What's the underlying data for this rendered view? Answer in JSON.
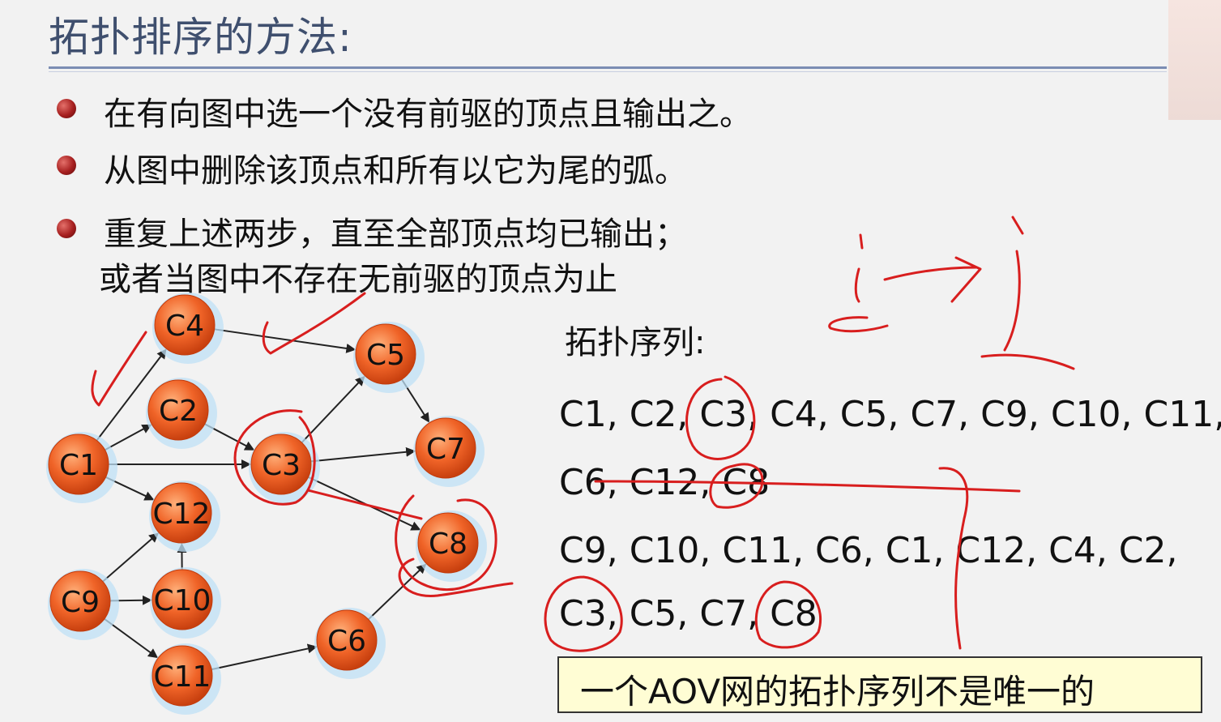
{
  "title": "拓扑排序的方法:",
  "bullets": [
    "在有向图中选一个没有前驱的顶点且输出之。",
    "从图中删除该顶点和所有以它为尾的弧。",
    "重复上述两步，直至全部顶点均已输出；"
  ],
  "bullet_continuation": "或者当图中不存在无前驱的顶点为止",
  "sequence_label": "拓扑序列:",
  "sequence_lines": [
    "C1, C2, C3, C4, C5, C7, C9, C10,  C11,",
    "C6, C12, C8",
    "C9, C10, C11, C6, C1, C12, C4, C2,",
    "C3, C5, C7, C8"
  ],
  "note": "一个AOV网的拓扑序列不是唯一的",
  "colors": {
    "node": "#f06428",
    "node_halo": "#bfe0f5",
    "ink": "#d81e1e",
    "bullet": "#a61f1f",
    "title": "#3f4f6e"
  },
  "graph": {
    "nodes": [
      "C1",
      "C2",
      "C3",
      "C4",
      "C5",
      "C6",
      "C7",
      "C8",
      "C9",
      "C10",
      "C11",
      "C12"
    ],
    "edges": [
      [
        "C1",
        "C2"
      ],
      [
        "C1",
        "C3"
      ],
      [
        "C1",
        "C4"
      ],
      [
        "C1",
        "C12"
      ],
      [
        "C2",
        "C3"
      ],
      [
        "C3",
        "C5"
      ],
      [
        "C3",
        "C7"
      ],
      [
        "C3",
        "C8"
      ],
      [
        "C4",
        "C5"
      ],
      [
        "C5",
        "C7"
      ],
      [
        "C6",
        "C8"
      ],
      [
        "C9",
        "C10"
      ],
      [
        "C9",
        "C11"
      ],
      [
        "C9",
        "C12"
      ],
      [
        "C10",
        "C12"
      ],
      [
        "C11",
        "C6"
      ]
    ]
  }
}
